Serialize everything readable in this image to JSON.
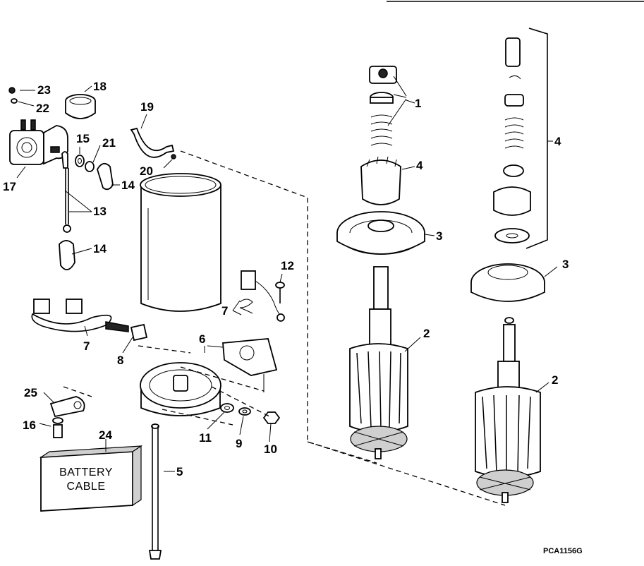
{
  "diagram": {
    "reference_code": "PCA1156G",
    "battery_box_lines": [
      "BATTERY",
      "CABLE"
    ],
    "callouts": {
      "c1": "1",
      "c2a": "2",
      "c2b": "2",
      "c3a": "3",
      "c3b": "3",
      "c4a": "4",
      "c4b": "4",
      "c5": "5",
      "c6": "6",
      "c7a": "7",
      "c7b": "7",
      "c8": "8",
      "c9": "9",
      "c10": "10",
      "c11": "11",
      "c12": "12",
      "c13": "13",
      "c14a": "14",
      "c14b": "14",
      "c15": "15",
      "c16": "16",
      "c17": "17",
      "c18": "18",
      "c19": "19",
      "c20": "20",
      "c21": "21",
      "c22": "22",
      "c23": "23",
      "c24": "24",
      "c25": "25"
    }
  }
}
